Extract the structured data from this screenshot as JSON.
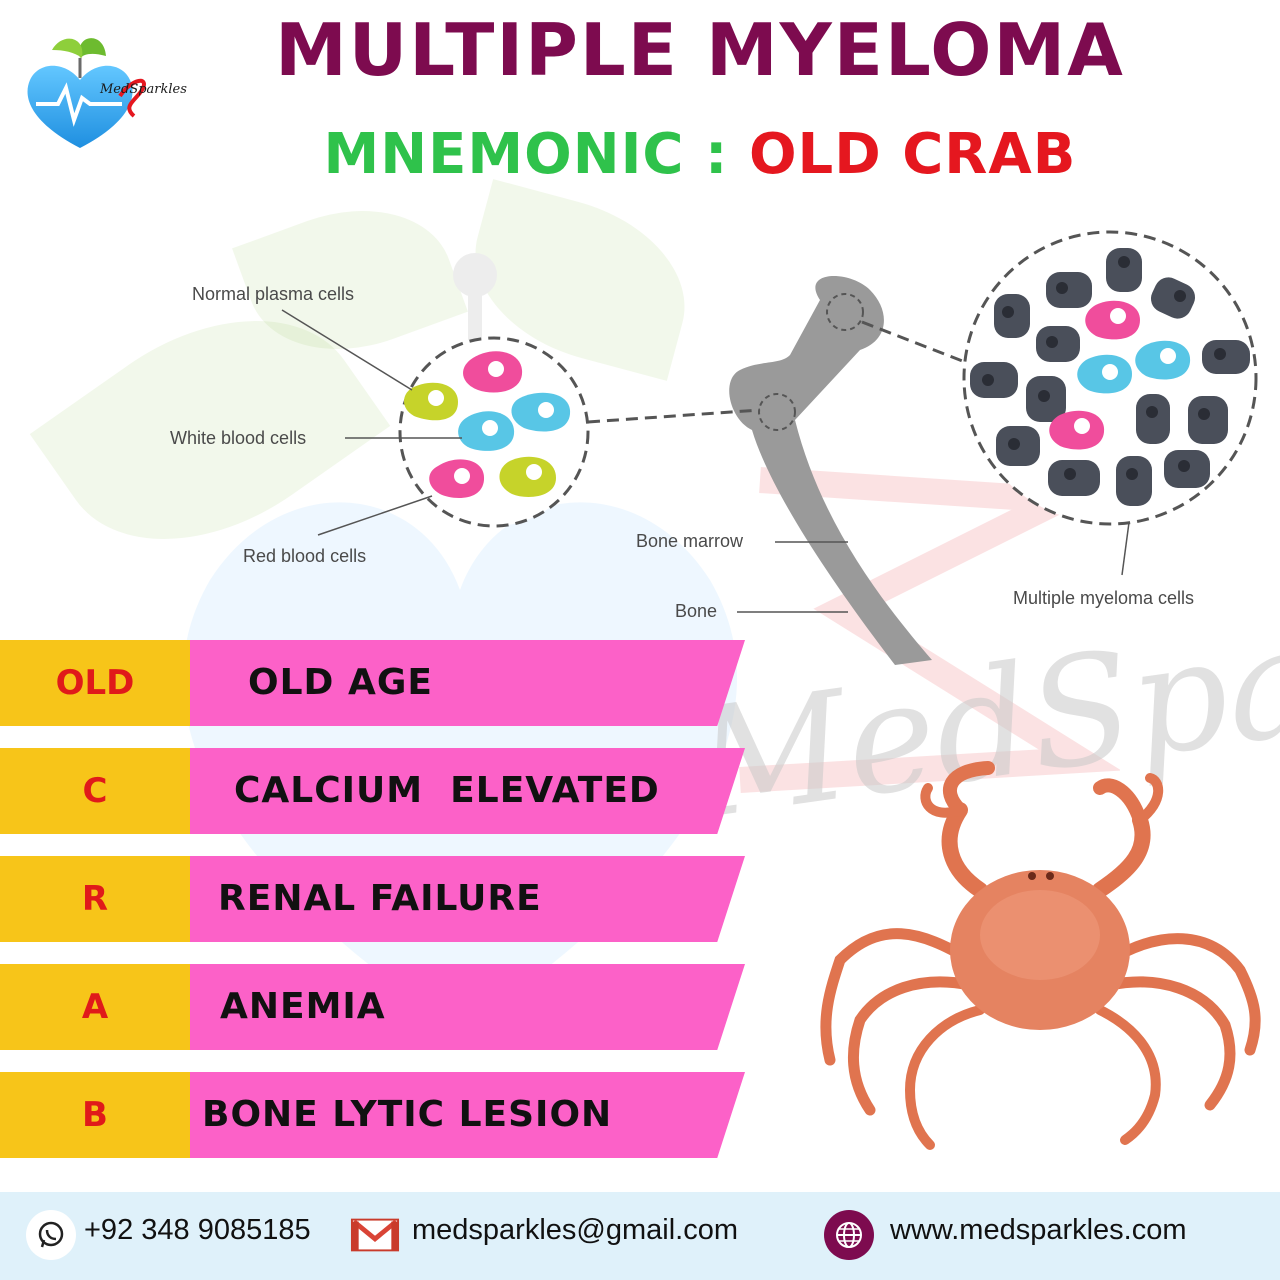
{
  "brand": {
    "logo_text": "MedSparkles",
    "watermark_text": "MedSparkles",
    "colors": {
      "title": "#7d0b4f",
      "mnemonic": "#2fc24b",
      "crab": "#e5171f",
      "yellow": "#f7c519",
      "pink": "#fc61c8"
    }
  },
  "header": {
    "title": "MULTIPLE MYELOMA",
    "subtitle_prefix": "MNEMONIC",
    "subtitle_separator": ":",
    "subtitle_highlight": "OLD CRAB"
  },
  "diagram": {
    "labels": {
      "normal_plasma": "Normal plasma cells",
      "white_blood": "White blood cells",
      "red_blood": "Red blood cells",
      "bone_marrow": "Bone marrow",
      "bone": "Bone",
      "myeloma_cells": "Multiple myeloma cells"
    }
  },
  "mnemonic": {
    "rows": [
      {
        "letter": "OLD",
        "text": "OLD AGE"
      },
      {
        "letter": "C",
        "text": "CALCIUM  ELEVATED"
      },
      {
        "letter": "R",
        "text": "RENAL FAILURE"
      },
      {
        "letter": "A",
        "text": "ANEMIA"
      },
      {
        "letter": "B",
        "text": "BONE LYTIC LESION"
      }
    ]
  },
  "footer": {
    "phone": "+92 348 9085185",
    "email": "medsparkles@gmail.com",
    "website": "www.medsparkles.com",
    "icons": [
      "whatsapp-icon",
      "gmail-icon",
      "globe-icon"
    ]
  }
}
